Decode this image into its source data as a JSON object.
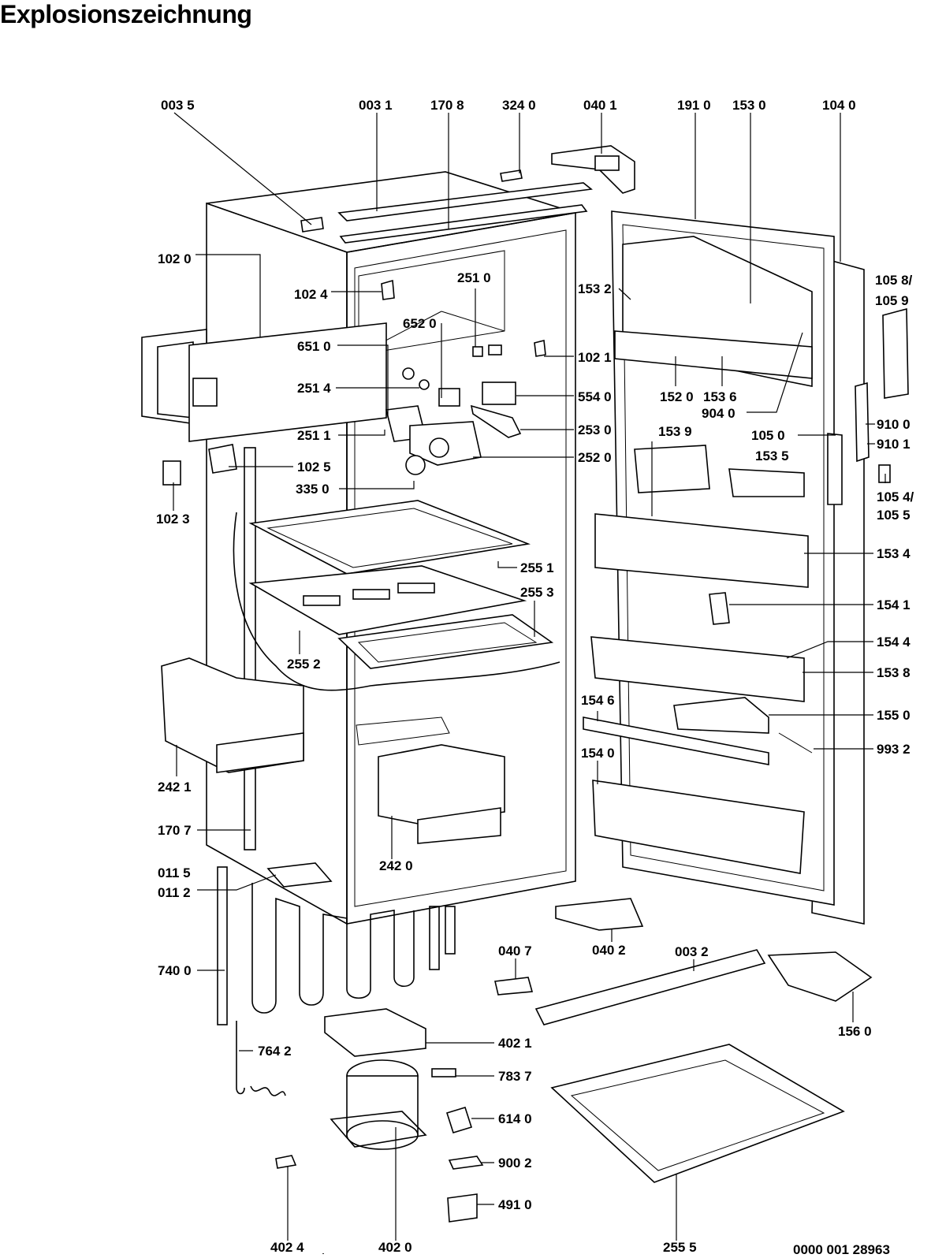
{
  "title": "Explosionszeichnung",
  "drawing_number": "0000 001 28963",
  "parts": [
    {
      "id": "p0035",
      "label": "003 5"
    },
    {
      "id": "p0031",
      "label": "003 1"
    },
    {
      "id": "p1708",
      "label": "170 8"
    },
    {
      "id": "p3240",
      "label": "324 0"
    },
    {
      "id": "p0401",
      "label": "040 1"
    },
    {
      "id": "p1910",
      "label": "191 0"
    },
    {
      "id": "p1530",
      "label": "153 0"
    },
    {
      "id": "p1040",
      "label": "104 0"
    },
    {
      "id": "p1020",
      "label": "102 0"
    },
    {
      "id": "p1024",
      "label": "102 4"
    },
    {
      "id": "p2510",
      "label": "251 0"
    },
    {
      "id": "p1532",
      "label": "153 2"
    },
    {
      "id": "p1058",
      "label": "105 8/"
    },
    {
      "id": "p1059",
      "label": "105 9"
    },
    {
      "id": "p6520",
      "label": "652 0"
    },
    {
      "id": "p6510",
      "label": "651 0"
    },
    {
      "id": "p1021",
      "label": "102 1"
    },
    {
      "id": "p2514",
      "label": "251 4"
    },
    {
      "id": "p5540",
      "label": "554 0"
    },
    {
      "id": "p1520",
      "label": "152 0"
    },
    {
      "id": "p1536",
      "label": "153 6"
    },
    {
      "id": "p9040",
      "label": "904 0"
    },
    {
      "id": "p9100",
      "label": "910 0"
    },
    {
      "id": "p2511",
      "label": "251 1"
    },
    {
      "id": "p2530",
      "label": "253 0"
    },
    {
      "id": "p1539",
      "label": "153 9"
    },
    {
      "id": "p1050",
      "label": "105 0"
    },
    {
      "id": "p9101",
      "label": "910 1"
    },
    {
      "id": "p1025",
      "label": "102 5"
    },
    {
      "id": "p2520",
      "label": "252 0"
    },
    {
      "id": "p1535",
      "label": "153 5"
    },
    {
      "id": "p1023",
      "label": "102 3"
    },
    {
      "id": "p3350",
      "label": "335 0"
    },
    {
      "id": "p1054",
      "label": "105 4/"
    },
    {
      "id": "p1055",
      "label": "105 5"
    },
    {
      "id": "p2551",
      "label": "255 1"
    },
    {
      "id": "p1534",
      "label": "153 4"
    },
    {
      "id": "p2553",
      "label": "255 3"
    },
    {
      "id": "p1541",
      "label": "154 1"
    },
    {
      "id": "p2552",
      "label": "255 2"
    },
    {
      "id": "p1544",
      "label": "154 4"
    },
    {
      "id": "p1538",
      "label": "153 8"
    },
    {
      "id": "p1546",
      "label": "154 6"
    },
    {
      "id": "p1550",
      "label": "155 0"
    },
    {
      "id": "p9932",
      "label": "993 2"
    },
    {
      "id": "p1540",
      "label": "154 0"
    },
    {
      "id": "p2421",
      "label": "242 1"
    },
    {
      "id": "p1707",
      "label": "170 7"
    },
    {
      "id": "p2420",
      "label": "242 0"
    },
    {
      "id": "p0115",
      "label": "011 5"
    },
    {
      "id": "p0112",
      "label": "011 2"
    },
    {
      "id": "p0402",
      "label": "040 2"
    },
    {
      "id": "p0407",
      "label": "040 7"
    },
    {
      "id": "p0032",
      "label": "003 2"
    },
    {
      "id": "p7400",
      "label": "740 0"
    },
    {
      "id": "p1560",
      "label": "156 0"
    },
    {
      "id": "p4021",
      "label": "402 1"
    },
    {
      "id": "p7642",
      "label": "764 2"
    },
    {
      "id": "p7837",
      "label": "783 7"
    },
    {
      "id": "p6140",
      "label": "614 0"
    },
    {
      "id": "p9002",
      "label": "900 2"
    },
    {
      "id": "p4910",
      "label": "491 0"
    },
    {
      "id": "p4024",
      "label": "402 4"
    },
    {
      "id": "p4020",
      "label": "402 0"
    },
    {
      "id": "p2555",
      "label": "255 5"
    }
  ]
}
